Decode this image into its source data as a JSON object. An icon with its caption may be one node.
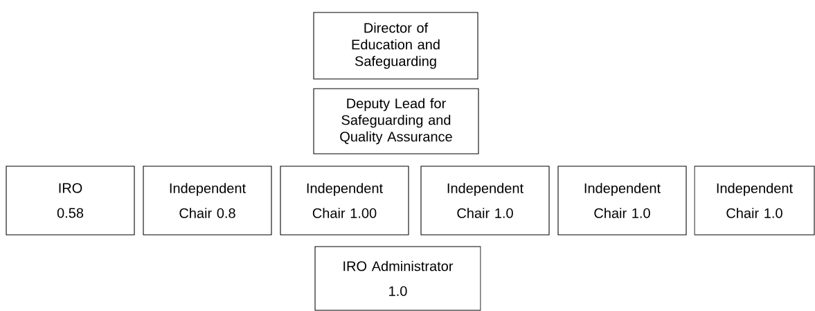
{
  "diagram": {
    "nodes": [
      {
        "text": [
          "Director of Education and Safeguarding"
        ]
      },
      {
        "text": [
          "Deputy Lead for Safeguarding and Quality Assurance"
        ]
      },
      {
        "text": [
          "IRO",
          "0.58"
        ]
      },
      {
        "text": [
          "Independent",
          "Chair 0.8"
        ]
      },
      {
        "text": [
          "Independent",
          "Chair 1.00"
        ]
      },
      {
        "text": [
          "Independent",
          "Chair 1.0"
        ]
      },
      {
        "text": [
          "Independent",
          "Chair 1.0"
        ]
      },
      {
        "text": [
          "Independent",
          "Chair 1.0"
        ]
      },
      {
        "text": [
          "IRO Administrator",
          "1.0"
        ]
      }
    ]
  }
}
